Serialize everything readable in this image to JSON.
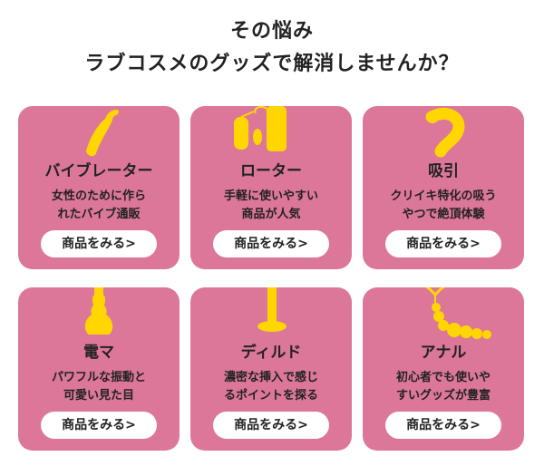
{
  "heading": {
    "line1": "その悩み",
    "line2": "ラブコスメのグッズで解消しませんか？"
  },
  "colors": {
    "card_background": "#dc7799",
    "illustration": "#ffd600",
    "button_background": "#ffffff",
    "text": "#222222"
  },
  "cards": [
    {
      "icon": "vibrator-icon",
      "title": "バイブレーター",
      "desc_line1": "女性のために作ら",
      "desc_line2": "れたバイブ通販",
      "button": "商品をみる>"
    },
    {
      "icon": "rotor-icon",
      "title": "ローター",
      "desc_line1": "手軽に使いやすい",
      "desc_line2": "商品が人気",
      "button": "商品をみる>"
    },
    {
      "icon": "suction-toy-icon",
      "title": "吸引",
      "desc_line1": "クリイキ特化の吸う",
      "desc_line2": "やつで絶頂体験",
      "button": "商品をみる>"
    },
    {
      "icon": "wand-massager-icon",
      "title": "電マ",
      "desc_line1": "パワフルな振動と",
      "desc_line2": "可愛い見た目",
      "button": "商品をみる>"
    },
    {
      "icon": "dildo-icon",
      "title": "ディルド",
      "desc_line1": "濃密な挿入で感じ",
      "desc_line2": "るポイントを探る",
      "button": "商品をみる>"
    },
    {
      "icon": "anal-beads-icon",
      "title": "アナル",
      "desc_line1": "初心者でも使いや",
      "desc_line2": "すいグッズが豊富",
      "button": "商品をみる>"
    }
  ]
}
